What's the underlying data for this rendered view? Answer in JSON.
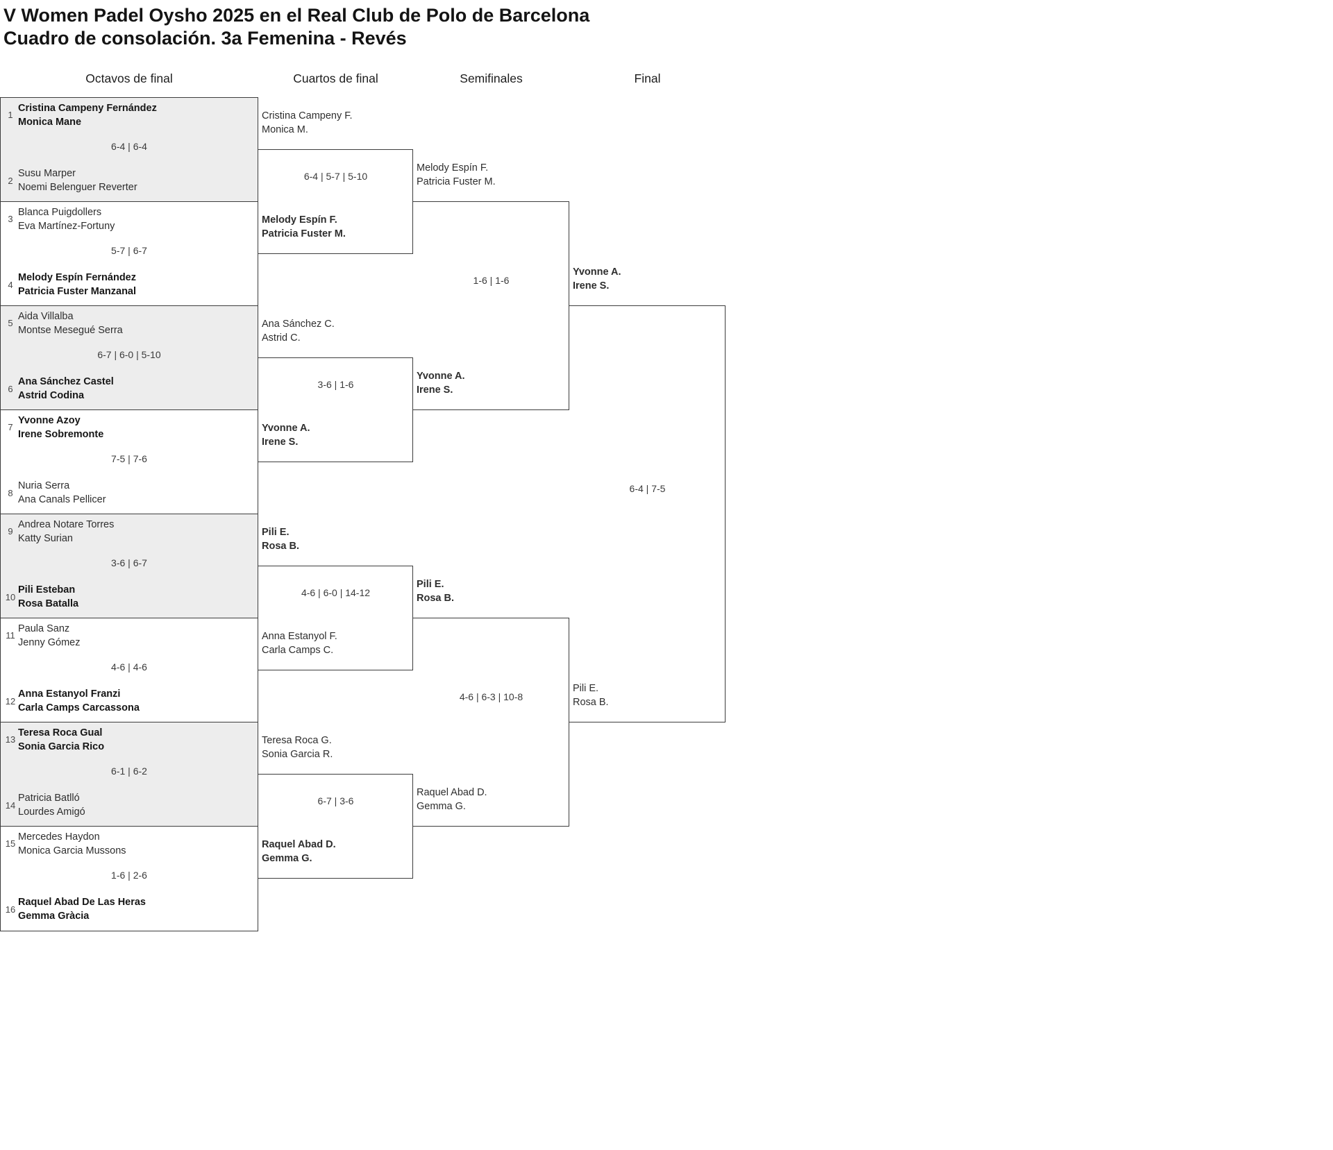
{
  "title": "V Women Padel Oysho 2025 en el Real Club de Polo de Barcelona",
  "subtitle": "Cuadro de consolación. 3a Femenina - Revés",
  "rounds": [
    "Octavos de final",
    "Cuartos de final",
    "Semifinales",
    "Final"
  ],
  "colors": {
    "shaded_row": "#ededed",
    "line": "#3c3c3c",
    "text": "#2e2e2e"
  },
  "octavos": [
    {
      "seed_top": "1",
      "seed_bottom": "2",
      "top": [
        "Cristina Campeny Fernández",
        "Monica Mane"
      ],
      "bottom": [
        "Susu Marper",
        "Noemi Belenguer Reverter"
      ],
      "score": "6-4 | 6-4",
      "winner": "top",
      "shaded": true
    },
    {
      "seed_top": "3",
      "seed_bottom": "4",
      "top": [
        "Blanca Puigdollers",
        "Eva Martínez-Fortuny"
      ],
      "bottom": [
        "Melody Espín Fernández",
        "Patricia Fuster Manzanal"
      ],
      "score": "5-7 | 6-7",
      "winner": "bottom",
      "shaded": false
    },
    {
      "seed_top": "5",
      "seed_bottom": "6",
      "top": [
        "Aida Villalba",
        "Montse Mesegué Serra"
      ],
      "bottom": [
        "Ana Sánchez Castel",
        "Astrid Codina"
      ],
      "score": "6-7 | 6-0 | 5-10",
      "winner": "bottom",
      "shaded": true
    },
    {
      "seed_top": "7",
      "seed_bottom": "8",
      "top": [
        "Yvonne Azoy",
        "Irene Sobremonte"
      ],
      "bottom": [
        "Nuria Serra",
        "Ana Canals Pellicer"
      ],
      "score": "7-5 | 7-6",
      "winner": "top",
      "shaded": false
    },
    {
      "seed_top": "9",
      "seed_bottom": "10",
      "top": [
        "Andrea Notare Torres",
        "Katty Surian"
      ],
      "bottom": [
        "Pili Esteban",
        "Rosa Batalla"
      ],
      "score": "3-6 | 6-7",
      "winner": "bottom",
      "shaded": true
    },
    {
      "seed_top": "11",
      "seed_bottom": "12",
      "top": [
        "Paula Sanz",
        "Jenny Gómez"
      ],
      "bottom": [
        "Anna Estanyol Franzi",
        "Carla Camps Carcassona"
      ],
      "score": "4-6 | 4-6",
      "winner": "bottom",
      "shaded": false
    },
    {
      "seed_top": "13",
      "seed_bottom": "14",
      "top": [
        "Teresa Roca Gual",
        "Sonia Garcia Rico"
      ],
      "bottom": [
        "Patricia Batlló",
        "Lourdes Amigó"
      ],
      "score": "6-1 | 6-2",
      "winner": "top",
      "shaded": true
    },
    {
      "seed_top": "15",
      "seed_bottom": "16",
      "top": [
        "Mercedes Haydon",
        "Monica Garcia Mussons"
      ],
      "bottom": [
        "Raquel Abad De Las Heras",
        "Gemma Gràcia"
      ],
      "score": "1-6 | 2-6",
      "winner": "bottom",
      "shaded": false
    }
  ],
  "cuartos": [
    {
      "top": [
        "Cristina Campeny F.",
        "Monica M."
      ],
      "bottom": [
        "Melody Espín F.",
        "Patricia Fuster M."
      ],
      "score": "6-4 | 5-7 | 5-10",
      "winner": "bottom"
    },
    {
      "top": [
        "Ana Sánchez C.",
        "Astrid C."
      ],
      "bottom": [
        "Yvonne A.",
        "Irene S."
      ],
      "score": "3-6 | 1-6",
      "winner": "bottom"
    },
    {
      "top": [
        "Pili E.",
        "Rosa B."
      ],
      "bottom": [
        "Anna Estanyol F.",
        "Carla Camps C."
      ],
      "score": "4-6 | 6-0 | 14-12",
      "winner": "top"
    },
    {
      "top": [
        "Teresa Roca G.",
        "Sonia Garcia R."
      ],
      "bottom": [
        "Raquel Abad D.",
        "Gemma G."
      ],
      "score": "6-7 | 3-6",
      "winner": "bottom"
    }
  ],
  "semifinales": [
    {
      "top": [
        "Melody Espín F.",
        "Patricia Fuster M."
      ],
      "bottom": [
        "Yvonne A.",
        "Irene S."
      ],
      "score": "1-6 | 1-6",
      "winner": "bottom"
    },
    {
      "top": [
        "Pili E.",
        "Rosa B."
      ],
      "bottom": [
        "Raquel Abad D.",
        "Gemma G."
      ],
      "score": "4-6 | 6-3 | 10-8",
      "winner": "top"
    }
  ],
  "final": {
    "top": [
      "Yvonne A.",
      "Irene S."
    ],
    "bottom": [
      "Pili E.",
      "Rosa B."
    ],
    "score": "6-4 | 7-5",
    "winner": "top"
  }
}
